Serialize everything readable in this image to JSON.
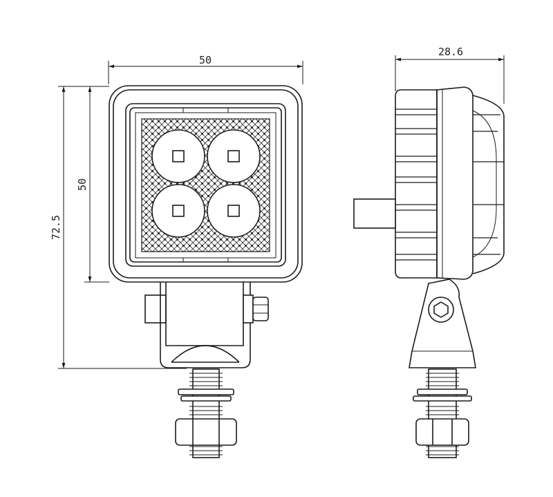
{
  "dimensions": {
    "front_width": "50",
    "front_height": "50",
    "total_height": "72.5",
    "side_depth": "28.6"
  },
  "views": [
    "front-view",
    "side-view"
  ],
  "icons": [
    "led-lamp-icon",
    "bolt-icon",
    "nut-icon"
  ]
}
